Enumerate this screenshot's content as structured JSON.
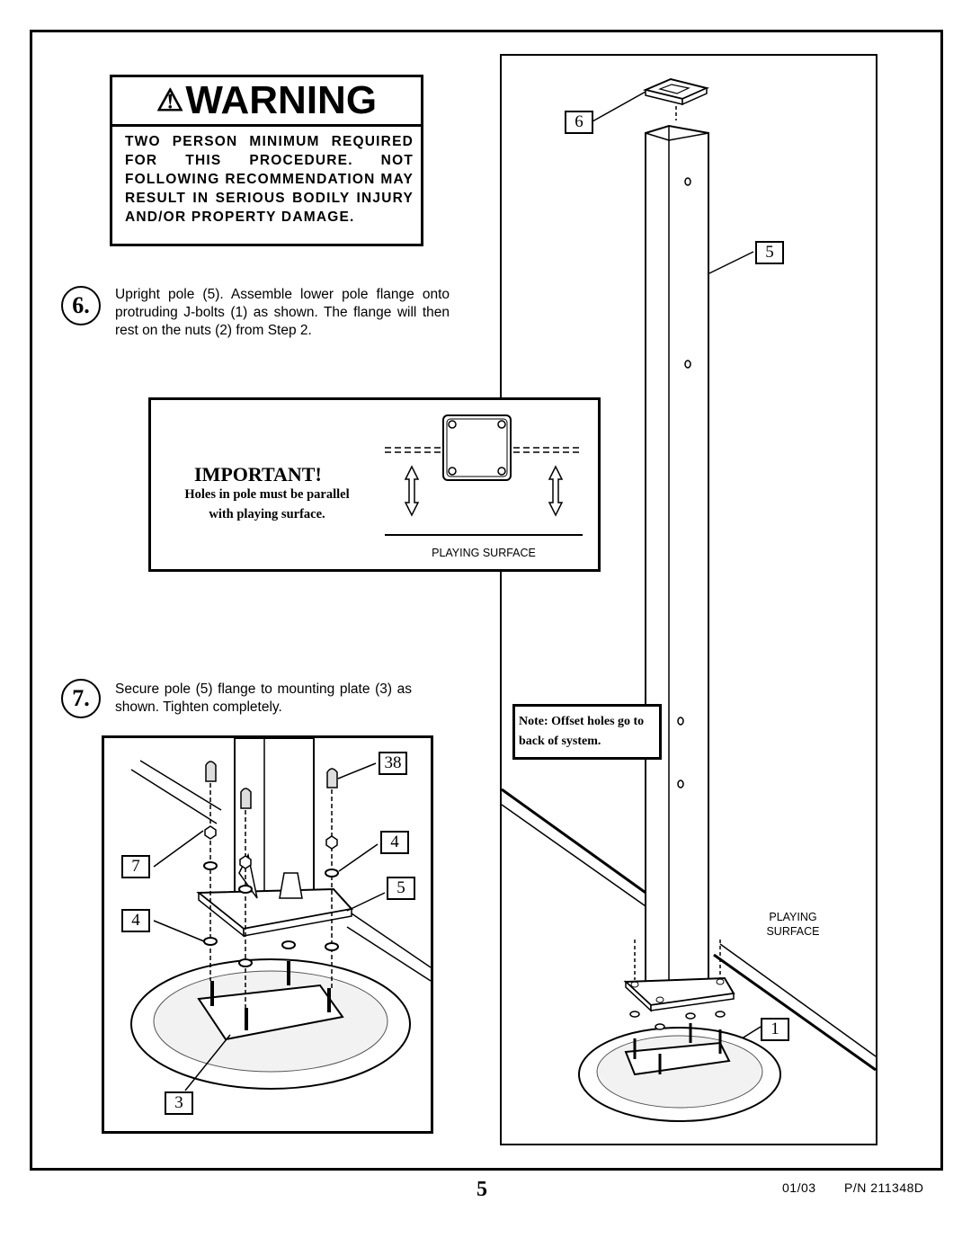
{
  "warning": {
    "title": "WARNING",
    "text": "TWO PERSON MINIMUM REQUIRED FOR THIS PROCEDURE. NOT FOLLOWING RECOMMENDATION MAY RESULT IN SERIOUS BODILY INJURY AND/OR PROPERTY DAMAGE."
  },
  "step6": {
    "number": "6.",
    "text": "Upright pole (5). Assemble lower pole flange onto protruding J-bolts (1) as shown. The flange will then rest on the nuts (2) from Step 2."
  },
  "important": {
    "title": "IMPORTANT!",
    "line1": "Holes in pole must be parallel",
    "line2": "with playing surface.",
    "surface_label": "PLAYING SURFACE"
  },
  "step7": {
    "number": "7.",
    "text": "Secure pole (5) flange to mounting plate (3) as shown. Tighten completely."
  },
  "callouts": {
    "c6": "6",
    "c5_right": "5",
    "c1": "1",
    "c38": "38",
    "c7": "7",
    "c4_top": "4",
    "c5_left": "5",
    "c4_bottom": "4",
    "c3": "3"
  },
  "note": "Note: Offset holes go to back of system.",
  "right_surface_line1": "PLAYING",
  "right_surface_line2": "SURFACE",
  "footer": {
    "page": "5",
    "date": "01/03",
    "part_number": "P/N 211348D"
  }
}
